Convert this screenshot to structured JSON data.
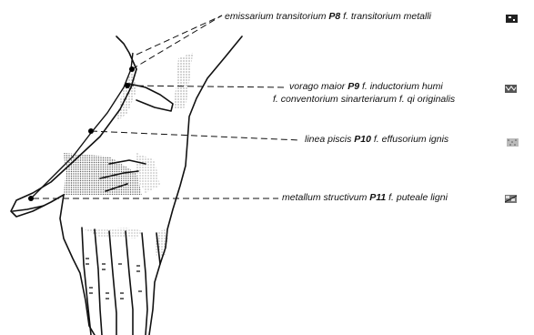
{
  "labels": [
    {
      "pre": "emissarium transitorium ",
      "code": "P8",
      "post": " f. transitorium metalli",
      "pattern": "dark-blotch"
    },
    {
      "pre": "vorago maior ",
      "code": "P9",
      "post": " f. inductorium humi",
      "line2": "f. conventorium sinarteriarum f. qi originalis",
      "pattern": "dark-squiggle"
    },
    {
      "pre": "linea piscis ",
      "code": "P10",
      "post": " f. effusorium ignis",
      "pattern": "light-dots"
    },
    {
      "pre": "metallum structivum ",
      "code": "P11",
      "post": " f. puteale ligni",
      "pattern": "mixed-hatch"
    }
  ],
  "colors": {
    "ink": "#111111",
    "stipple": "#444444"
  }
}
